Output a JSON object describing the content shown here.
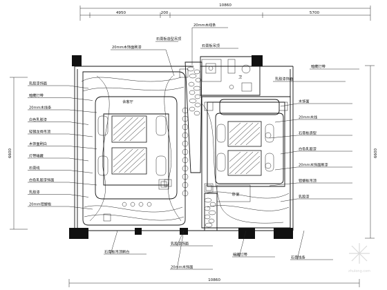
{
  "drawing": {
    "dimensions": {
      "top_total": "10860",
      "top_segments": [
        "200",
        "4950",
        "5700"
      ],
      "bottom_total": "10860",
      "left_vertical": "6600",
      "right_vertical": "6600"
    },
    "room_labels": {
      "left_room": "会客厅",
      "right_room": "卧室",
      "bath": "卫"
    },
    "left_annotations": [
      "20mm木饰面刷漆",
      "石膏板造型吊顶",
      "乳胶漆饰面",
      "暗藏灯带",
      "20mm木线条",
      "白色乳胶漆",
      "轻钢龙骨吊顶",
      "木饰面刷白",
      "灯带暗藏",
      "石膏线",
      "白色乳胶漆饰面",
      "乳胶漆",
      "20mm铝塑板"
    ],
    "right_annotations": [
      "20mm木线条",
      "石膏板吊顶",
      "乳胶漆饰面",
      "暗藏灯带",
      "木饰面",
      "20mm木线",
      "石膏板造型",
      "白色乳胶漆",
      "20mm木饰面刷漆",
      "铝塑板吊顶",
      "乳胶漆"
    ],
    "bottom_annotations": [
      "石膏板吊顶刷白",
      "乳胶漆饰面",
      "20mm木饰面",
      "暗藏灯带",
      "石膏线条"
    ],
    "watermark": "zhulong.com"
  }
}
